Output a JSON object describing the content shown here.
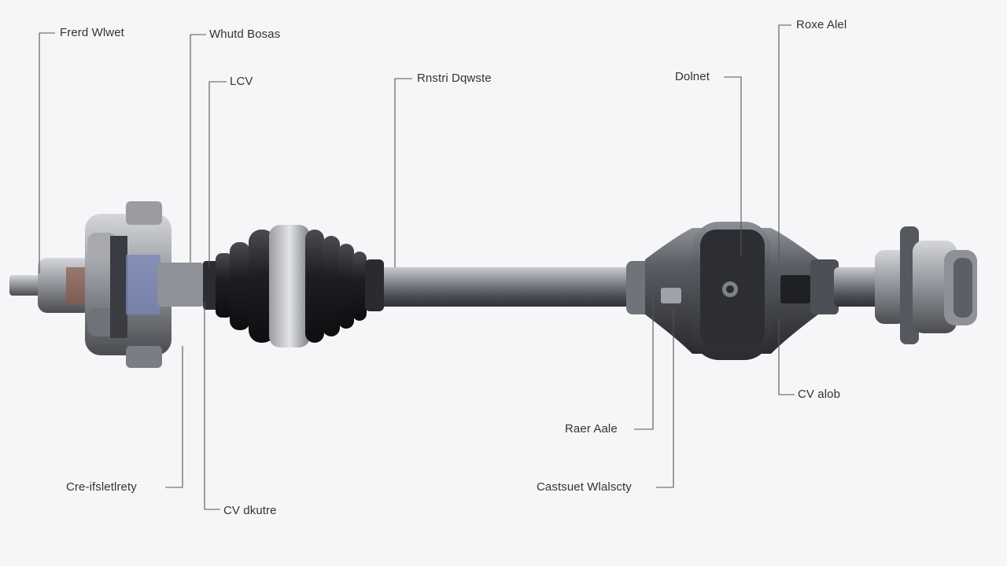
{
  "labels": {
    "front_wheel": "Frerd Wlwet",
    "wheel_bearing": "Whutd Bosas",
    "cv_top": "LCV",
    "shaft": "Rnstri Dqwste",
    "differential": "Dolnet",
    "rear_axle_top": "Roxe Alel",
    "cv_right": "CV alob",
    "rear_axle": "Raer Aale",
    "constant_velocity": "Castsuet Wlalscty",
    "cv_bottom_left": "Cre-ifsletlrety",
    "cv_bottom": "CV dkutre"
  },
  "colors": {
    "background": "#f6f6f8",
    "leader_line": "#555555",
    "metal_dark": "#3a3d42",
    "metal_mid": "#6b6f76",
    "metal_light": "#b9bcc2",
    "boot_black": "#1c1c1f"
  }
}
